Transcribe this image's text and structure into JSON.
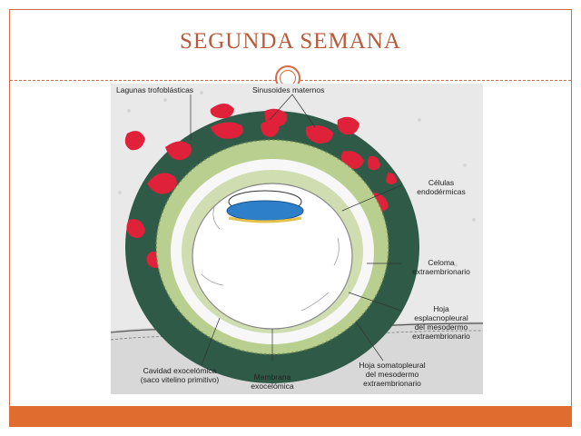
{
  "slide": {
    "title": "SEGUNDA SEMANA"
  },
  "colors": {
    "accent": "#d46a43",
    "footer": "#e06c2f",
    "trophoblast": "#2f5a48",
    "mesoderm": "#b9cf8f",
    "lacunae": "#e0213a",
    "embryo": "#2d7fc9"
  },
  "figure": {
    "labels": {
      "lagunas": "Lagunas trofoblásticas",
      "sinusoides": "Sinusoides maternos",
      "celulas_1": "Células",
      "celulas_2": "endodérmicas",
      "celoma_1": "Celoma",
      "celoma_2": "extraembrionario",
      "esplac_1": "Hoja",
      "esplac_2": "esplacnopleural",
      "esplac_3": "del mesodermo",
      "esplac_4": "extraembrionario",
      "somato_1": "Hoja somatopleural",
      "somato_2": "del mesodermo",
      "somato_3": "extraembrionario",
      "membrana_1": "Membrana",
      "membrana_2": "exocelómica",
      "cavidad_1": "Cavidad exocelómica",
      "cavidad_2": "(saco vitelino primitivo)"
    }
  }
}
